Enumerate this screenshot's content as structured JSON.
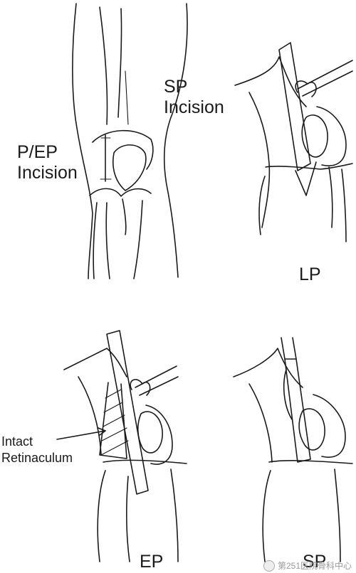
{
  "labels": {
    "sp_incision": "SP\nIncision",
    "pep_incision": "P/EP\nIncision",
    "lp": "LP",
    "intact_retinaculum": "Intact\nRetinaculum",
    "ep": "EP",
    "sp": "SP"
  },
  "watermark": {
    "text": "第251医院骨科中心"
  },
  "colors": {
    "line": "#1a1a1a",
    "background": "#ffffff",
    "watermark": "#9a9a9a"
  }
}
